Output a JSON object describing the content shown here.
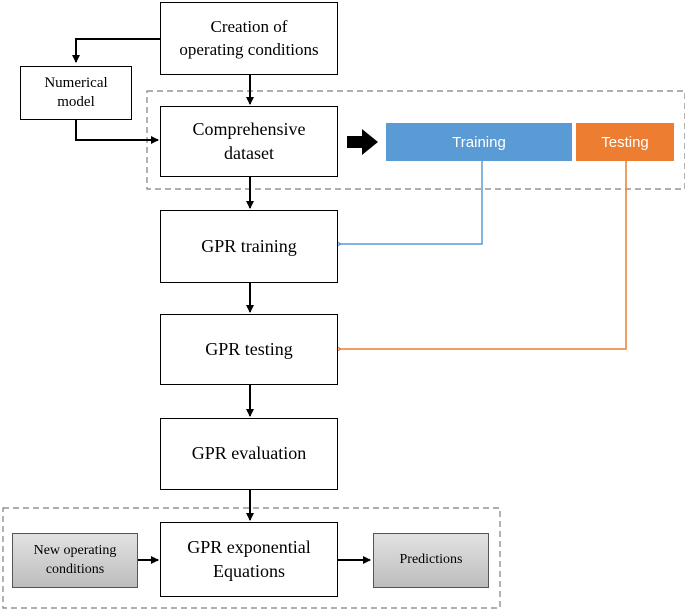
{
  "nodes": {
    "creation": "Creation of\noperating conditions",
    "numerical": "Numerical\nmodel",
    "dataset": "Comprehensive\ndataset",
    "training_split": "Training",
    "testing_split": "Testing",
    "gpr_training": "GPR training",
    "gpr_testing": "GPR testing",
    "gpr_evaluation": "GPR evaluation",
    "gpr_equations": "GPR exponential\nEquations",
    "new_conditions": "New operating\nconditions",
    "predictions": "Predictions"
  },
  "colors": {
    "training": "#5b9bd5",
    "testing": "#ed7d31",
    "line": "#000000",
    "dashed_border": "#7f7f7f"
  }
}
